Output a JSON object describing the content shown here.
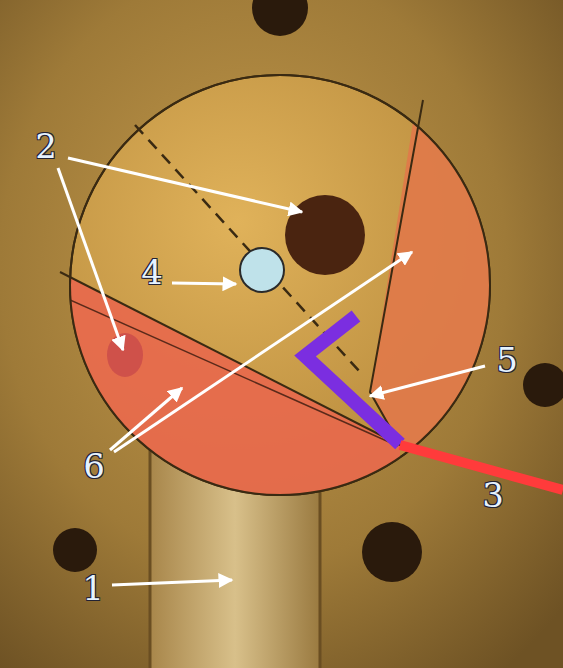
{
  "diagram": {
    "labels": [
      "2",
      "4",
      "6",
      "5",
      "3",
      "1"
    ]
  }
}
